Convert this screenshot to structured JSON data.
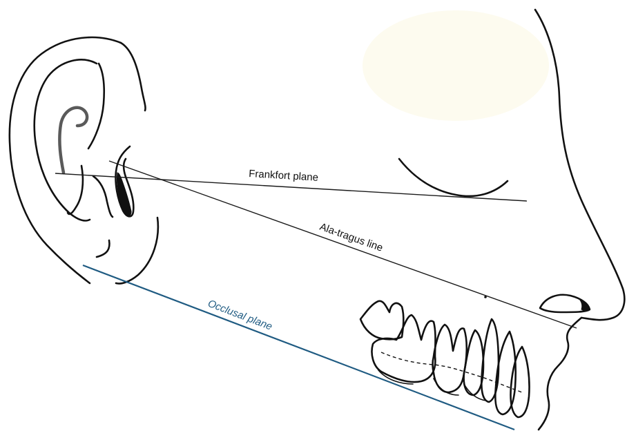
{
  "labels": {
    "frankfort": "Frankfort plane",
    "ala_tragus": "Ala-tragus line",
    "occlusal": "Occlusal plane"
  },
  "colors": {
    "background": "#ffffff",
    "ink": "#111111",
    "occlusal_line": "#1f5b82",
    "cheek_tint": "#fdfbef"
  }
}
